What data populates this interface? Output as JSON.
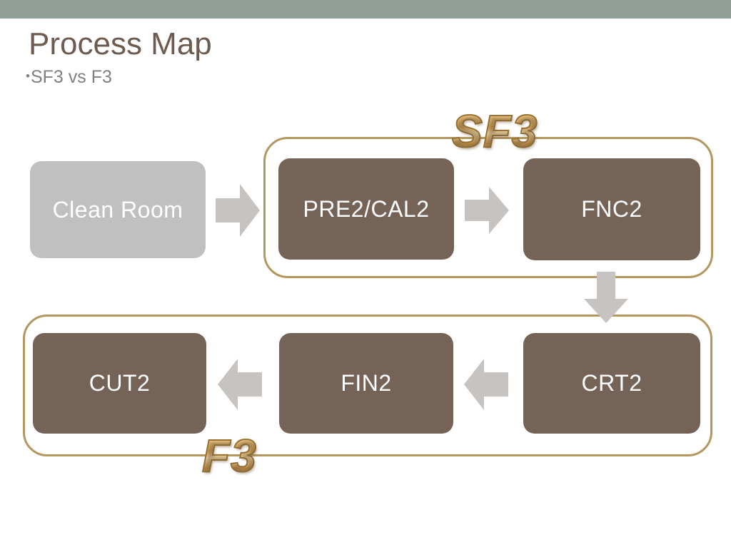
{
  "slide": {
    "title": "Process Map",
    "subtitle": "SF3 vs F3",
    "subtitle_bullet": "•",
    "background_color": "#ffffff",
    "top_bar_color": "#93a099",
    "title_color": "#6d5b50",
    "subtitle_color": "#808080"
  },
  "colors": {
    "process_brown": "#756357",
    "process_gray": "#c0c0c0",
    "group_outline_gold": "#b3975f",
    "arrow_gray": "#c6c3c0",
    "wordart_gold": "#d9a441"
  },
  "groups": [
    {
      "id": "sf3",
      "label": "SF3"
    },
    {
      "id": "f3",
      "label": "F3"
    }
  ],
  "boxes": [
    {
      "id": "clean-room",
      "label": "Clean Room",
      "color": "#c0c0c0",
      "row": 1
    },
    {
      "id": "pre2cal2",
      "label": "PRE2/CAL2",
      "color": "#756357",
      "row": 1
    },
    {
      "id": "fnc2",
      "label": "FNC2",
      "color": "#756357",
      "row": 1
    },
    {
      "id": "cut2",
      "label": "CUT2",
      "color": "#756357",
      "row": 2
    },
    {
      "id": "fin2",
      "label": "FIN2",
      "color": "#756357",
      "row": 2
    },
    {
      "id": "crt2",
      "label": "CRT2",
      "color": "#756357",
      "row": 2
    }
  ],
  "arrows": [
    {
      "id": "clean-to-pre",
      "direction": "right",
      "from": "Clean Room",
      "to": "PRE2/CAL2"
    },
    {
      "id": "pre-to-fnc",
      "direction": "right",
      "from": "PRE2/CAL2",
      "to": "FNC2"
    },
    {
      "id": "fnc-to-crt",
      "direction": "down",
      "from": "FNC2",
      "to": "CRT2"
    },
    {
      "id": "crt-to-fin",
      "direction": "left",
      "from": "CRT2",
      "to": "FIN2"
    },
    {
      "id": "fin-to-cut",
      "direction": "left",
      "from": "FIN2",
      "to": "CUT2"
    }
  ]
}
